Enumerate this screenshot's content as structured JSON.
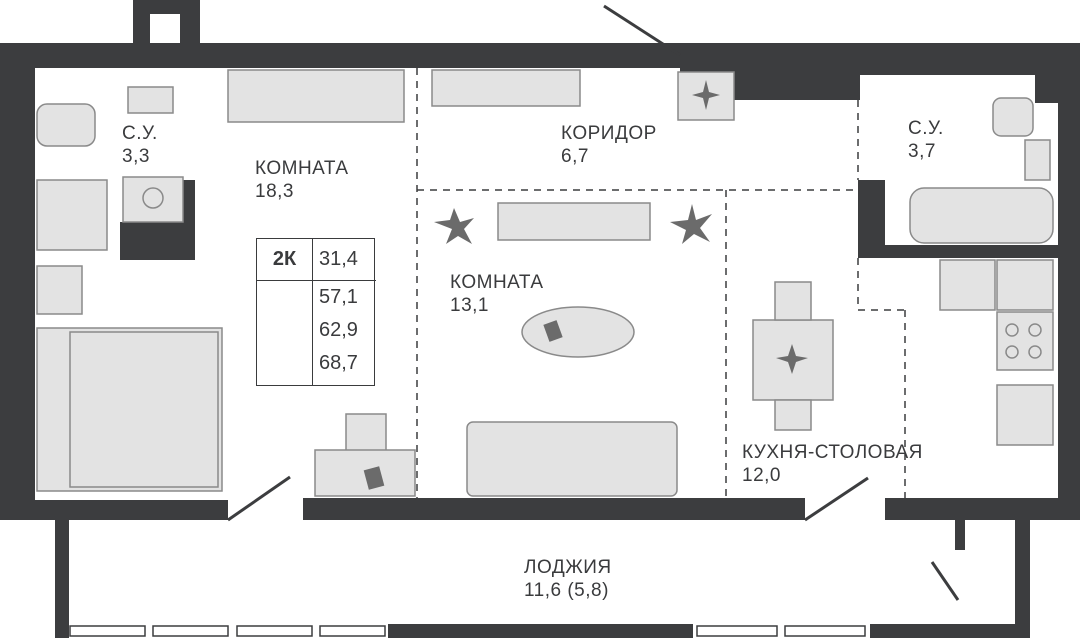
{
  "colors": {
    "wall": "#3c3d3f",
    "furniture": "#e3e3e3",
    "line": "#8a8a8a"
  },
  "rooms": [
    {
      "name": "С.У.",
      "area": "3,3"
    },
    {
      "name": "КОМНАТА",
      "area": "18,3"
    },
    {
      "name": "КОРИДОР",
      "area": "6,7"
    },
    {
      "name": "С.У.",
      "area": "3,7"
    },
    {
      "name": "КОМНАТА",
      "area": "13,1"
    },
    {
      "name": "КУХНЯ-СТОЛОВАЯ",
      "area": "12,0"
    },
    {
      "name": "ЛОДЖИЯ",
      "area": "11,6 (5,8)"
    }
  ],
  "info": {
    "type": "2К",
    "living": "31,4",
    "areas": [
      "57,1",
      "62,9",
      "68,7"
    ]
  }
}
